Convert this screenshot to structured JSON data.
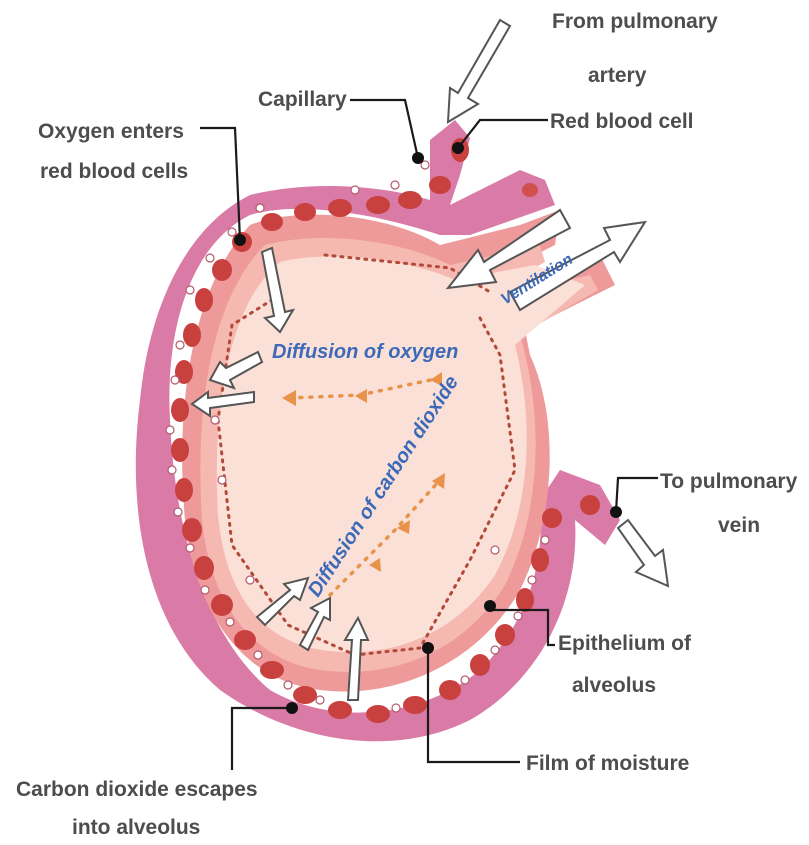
{
  "labels": {
    "from_pulmonary_artery_1": "From pulmonary",
    "from_pulmonary_artery_2": "artery",
    "capillary": "Capillary",
    "red_blood_cell": "Red blood cell",
    "oxygen_enters_1": "Oxygen enters",
    "oxygen_enters_2": "red blood cells",
    "ventilation": "Ventilation",
    "diffusion_oxygen": "Diffusion of oxygen",
    "diffusion_co2": "Diffusion of carbon dioxide",
    "to_pulmonary_vein_1": "To pulmonary",
    "to_pulmonary_vein_2": "vein",
    "epithelium_1": "Epithelium of",
    "epithelium_2": "alveolus",
    "film_of_moisture": "Film of moisture",
    "co2_escapes_1": "Carbon dioxide escapes",
    "co2_escapes_2": "into alveolus"
  },
  "colors": {
    "wall_outer": "#d97ba6",
    "wall_pink": "#ee9a9a",
    "alveolus_inner": "#fbe0d8",
    "red_blood_cell": "#c8413f",
    "label_text": "#4d4d4d",
    "process_text": "#3d6ab8",
    "diffusion_arrow": "#e8924a"
  }
}
